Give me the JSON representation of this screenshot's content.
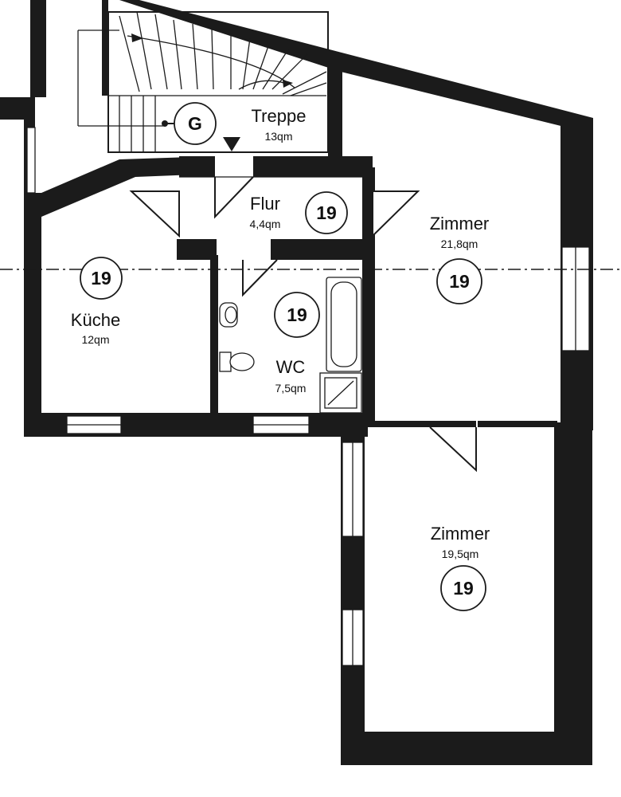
{
  "rooms": {
    "treppe": {
      "name": "Treppe",
      "area": "13qm",
      "badge": "G"
    },
    "flur": {
      "name": "Flur",
      "area": "4,4qm",
      "badge": "19"
    },
    "kueche": {
      "name": "Küche",
      "area": "12qm",
      "badge": "19"
    },
    "wc": {
      "name": "WC",
      "area": "7,5qm",
      "badge": "19"
    },
    "zimmer1": {
      "name": "Zimmer",
      "area": "21,8qm",
      "badge": "19"
    },
    "zimmer2": {
      "name": "Zimmer",
      "area": "19,5qm",
      "badge": "19"
    }
  },
  "colors": {
    "wall": "#1b1b1b",
    "paper": "#ffffff"
  }
}
